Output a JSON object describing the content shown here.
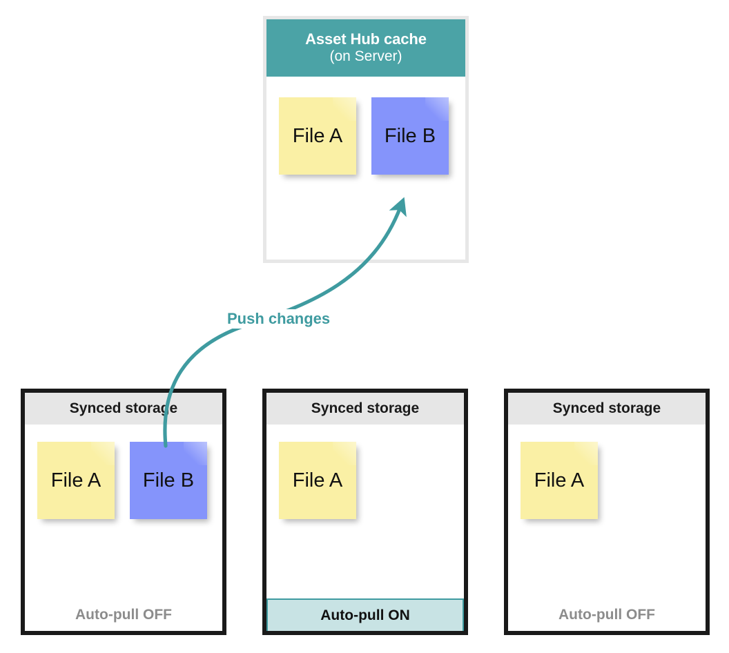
{
  "diagram": {
    "title_semantics": "asset-hub-cache-sync-diagram",
    "accent_teal": "#4ba3a6",
    "arrow_teal": "#3f9ba0",
    "note_yellow": "#faf0a5",
    "note_blue": "#8594fb",
    "header_gray": "#e6e6e6",
    "border_black": "#1a1a1a",
    "off_text_gray": "#8c8c8c",
    "on_bg": "#c8e3e4"
  },
  "cache": {
    "title": "Asset Hub cache",
    "subtitle": "(on Server)",
    "notes": [
      {
        "label": "File A",
        "color": "yellow"
      },
      {
        "label": "File B",
        "color": "blue"
      }
    ]
  },
  "arrow": {
    "label": "Push changes",
    "direction": "up",
    "from": "synced-storage-1-file-b",
    "to": "cache-file-b"
  },
  "stores": [
    {
      "header": "Synced storage",
      "notes": [
        {
          "label": "File A",
          "color": "yellow"
        },
        {
          "label": "File B",
          "color": "blue"
        }
      ],
      "footer": "Auto-pull OFF",
      "footer_state": "off"
    },
    {
      "header": "Synced storage",
      "notes": [
        {
          "label": "File A",
          "color": "yellow"
        }
      ],
      "footer": "Auto-pull ON",
      "footer_state": "on"
    },
    {
      "header": "Synced storage",
      "notes": [
        {
          "label": "File A",
          "color": "yellow"
        }
      ],
      "footer": "Auto-pull OFF",
      "footer_state": "off"
    }
  ]
}
